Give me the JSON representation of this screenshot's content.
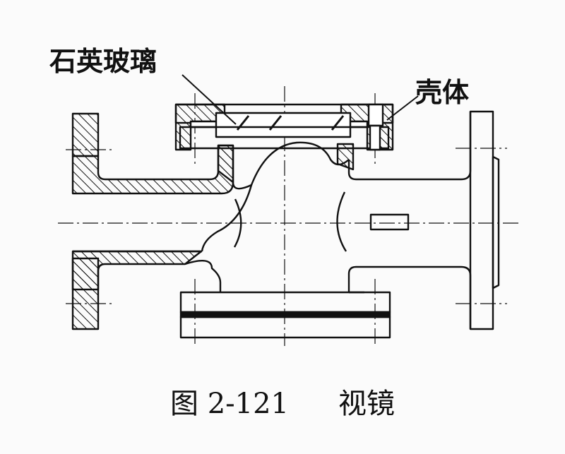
{
  "labels": {
    "quartz_glass": "石英玻璃",
    "shell": "壳体"
  },
  "caption": {
    "figure_number": "图 2-121",
    "title": "视镜"
  },
  "colors": {
    "ink": "#111111",
    "paper": "#fbfbfb"
  }
}
